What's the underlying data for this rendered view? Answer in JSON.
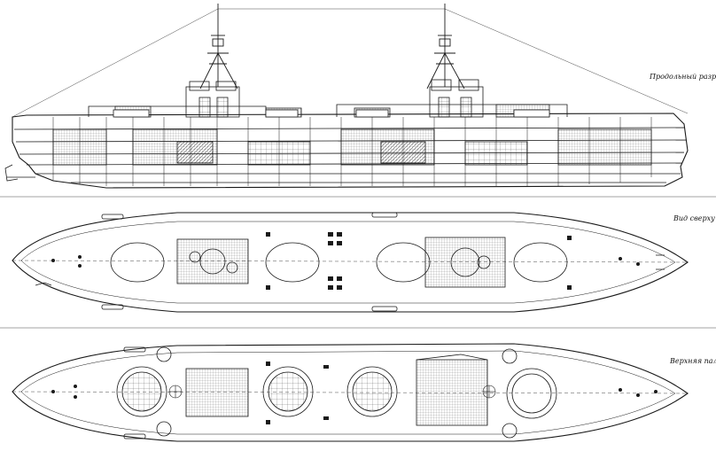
{
  "labels": {
    "profile": "Продольный разрез",
    "top": "Вид сверху",
    "deck": "Верхняя палуба"
  },
  "colors": {
    "ink": "#1a1a1a",
    "paper": "#ffffff"
  }
}
